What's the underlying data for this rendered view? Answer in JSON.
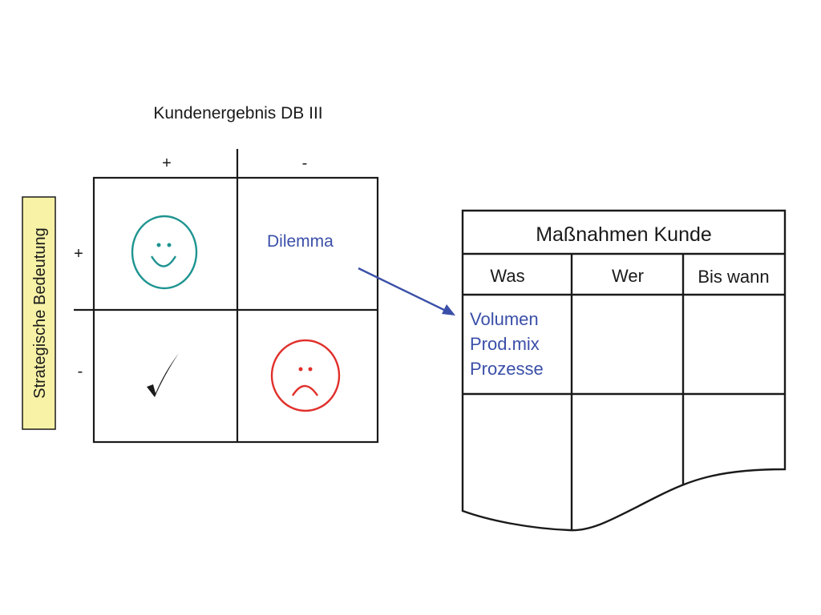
{
  "matrix": {
    "title": "Kundenergebnis DB III",
    "col_headers": [
      "+",
      "-"
    ],
    "row_axis_label": "Strategische Bedeutung",
    "row_headers": [
      "+",
      "-"
    ],
    "cells": {
      "top_left": "smiley-happy-icon",
      "top_right": "Dilemma",
      "bottom_left": "checkmark-icon",
      "bottom_right": "smiley-sad-icon"
    }
  },
  "action_table": {
    "title": "Maßnahmen Kunde",
    "columns": [
      "Was",
      "Wer",
      "Bis wann"
    ],
    "rows": [
      [
        "Volumen\nProd.mix\nProzesse",
        "",
        ""
      ],
      [
        "",
        "",
        ""
      ]
    ]
  },
  "colors": {
    "line": "#1a1a1a",
    "happy": "#1e9490",
    "sad": "#e0302b",
    "accent_text": "#3a4fa8",
    "label_bg": "#f7f2a6"
  }
}
